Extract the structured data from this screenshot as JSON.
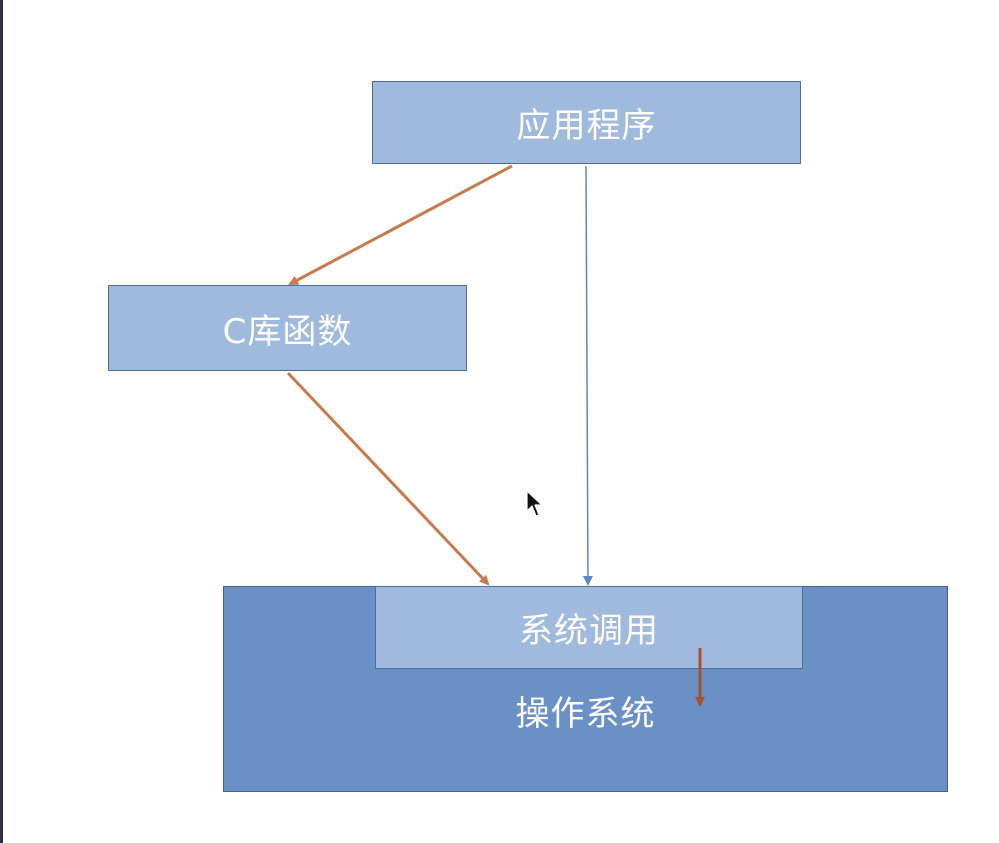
{
  "nodes": {
    "application": "应用程序",
    "c_library": "C库函数",
    "system_call": "系统调用",
    "operating_system": "操作系统"
  },
  "colors": {
    "box_light": "#9fbadd",
    "box_dark": "#6a90c6",
    "arrow_orange": "#c87b4a",
    "arrow_blue": "#5b86c4",
    "arrow_brown": "#a8502f"
  },
  "icons": {
    "cursor": "mouse-pointer-icon"
  }
}
